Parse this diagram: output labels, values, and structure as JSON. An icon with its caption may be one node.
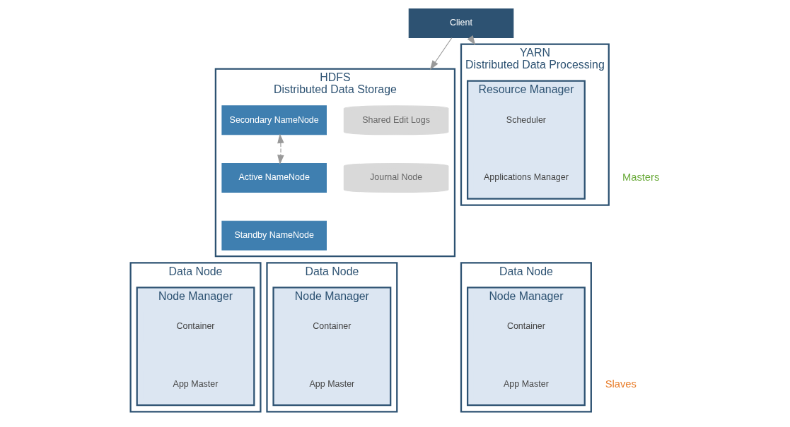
{
  "diagram": {
    "nodes": [
      {
        "text": [
          "Client"
        ]
      },
      {
        "text": [
          "HDFS",
          "Distributed Data Storage"
        ]
      },
      {
        "text": [
          "Shared Edit Logs"
        ],
        "in": 1
      },
      {
        "text": [
          "Journal Node"
        ],
        "in": 1
      },
      {
        "text": [
          "Secondary NameNode"
        ],
        "in": 1
      },
      {
        "text": [
          "Active NameNode"
        ],
        "in": 1
      },
      {
        "text": [
          "Standby NameNode"
        ],
        "in": 1
      },
      {
        "text": [
          "YARN",
          "Distributed Data Processing"
        ]
      },
      {
        "text": [
          "Resource Manager"
        ],
        "in": 7
      },
      {
        "text": [
          "Scheduler"
        ],
        "in": 8
      },
      {
        "text": [
          "Applications Manager"
        ],
        "in": 8
      },
      {
        "text": [
          "Data Node"
        ]
      },
      {
        "text": [
          "Node Manager"
        ],
        "in": 11
      },
      {
        "text": [
          "Container"
        ],
        "in": 12
      },
      {
        "text": [
          "App Master"
        ],
        "in": 12
      },
      {
        "text": [
          "Data Node"
        ]
      },
      {
        "text": [
          "Node Manager"
        ],
        "in": 15
      },
      {
        "text": [
          "Container"
        ],
        "in": 16
      },
      {
        "text": [
          "App Master"
        ],
        "in": 16
      },
      {
        "text": [
          "Data Node"
        ]
      },
      {
        "text": [
          "Node Manager"
        ],
        "in": 19
      },
      {
        "text": [
          "Container"
        ],
        "in": 20
      },
      {
        "text": [
          "App Master"
        ],
        "in": 20
      }
    ],
    "edges": [
      {
        "from": 0,
        "to": 1,
        "arrow": "to"
      },
      {
        "from": 0,
        "to": 7,
        "arrow": "to"
      },
      {
        "from": 4,
        "to": 5,
        "arrow": "both",
        "style": "dashed"
      }
    ],
    "labels": [
      "Masters",
      "Slaves"
    ]
  }
}
